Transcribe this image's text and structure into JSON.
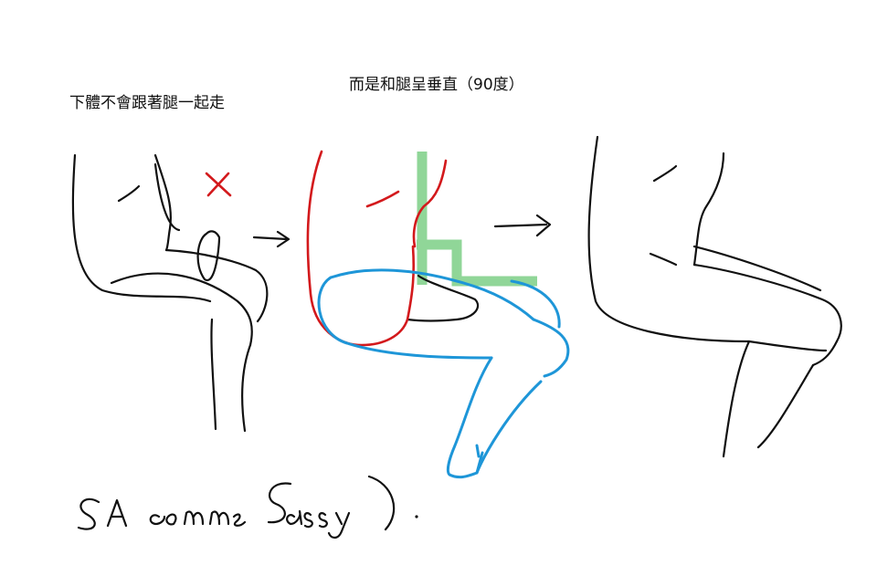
{
  "captions": {
    "left": "下體不會跟著腿一起走",
    "middle": "而是和腿呈垂直（90度）"
  },
  "signature": "SA comme Sassy)",
  "colors": {
    "ink": "#111111",
    "wrong_mark": "#d3191c",
    "torso_outline": "#d3191c",
    "leg_outline": "#1e96d8",
    "right_angle": "#7ccf86"
  }
}
